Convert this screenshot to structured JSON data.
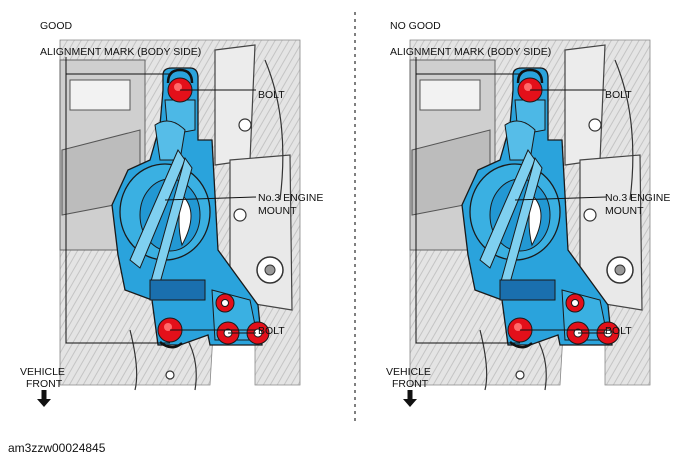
{
  "panels": [
    {
      "status": "GOOD",
      "alignment_mark_label": "ALIGNMENT MARK (BODY SIDE)",
      "bolt_label_top": "BOLT",
      "mount_label_line1": "No.3 ENGINE",
      "mount_label_line2": "MOUNT",
      "bolt_label_bottom": "BOLT",
      "vehicle_front_line1": "VEHICLE",
      "vehicle_front_line2": "FRONT"
    },
    {
      "status": "NO GOOD",
      "alignment_mark_label": "ALIGNMENT MARK (BODY SIDE)",
      "bolt_label_top": "BOLT",
      "mount_label_line1": "No.3 ENGINE",
      "mount_label_line2": "MOUNT",
      "bolt_label_bottom": "BOLT",
      "vehicle_front_line1": "VEHICLE",
      "vehicle_front_line2": "FRONT"
    }
  ],
  "figure_code": "am3zzw00024845",
  "colors": {
    "mount_blue": "#2aa3dc",
    "mount_dark": "#1a6fae",
    "bolt_red": "#e3101a",
    "line_art": "#1a1a1a",
    "engine_shade": "#d4d4d4"
  }
}
